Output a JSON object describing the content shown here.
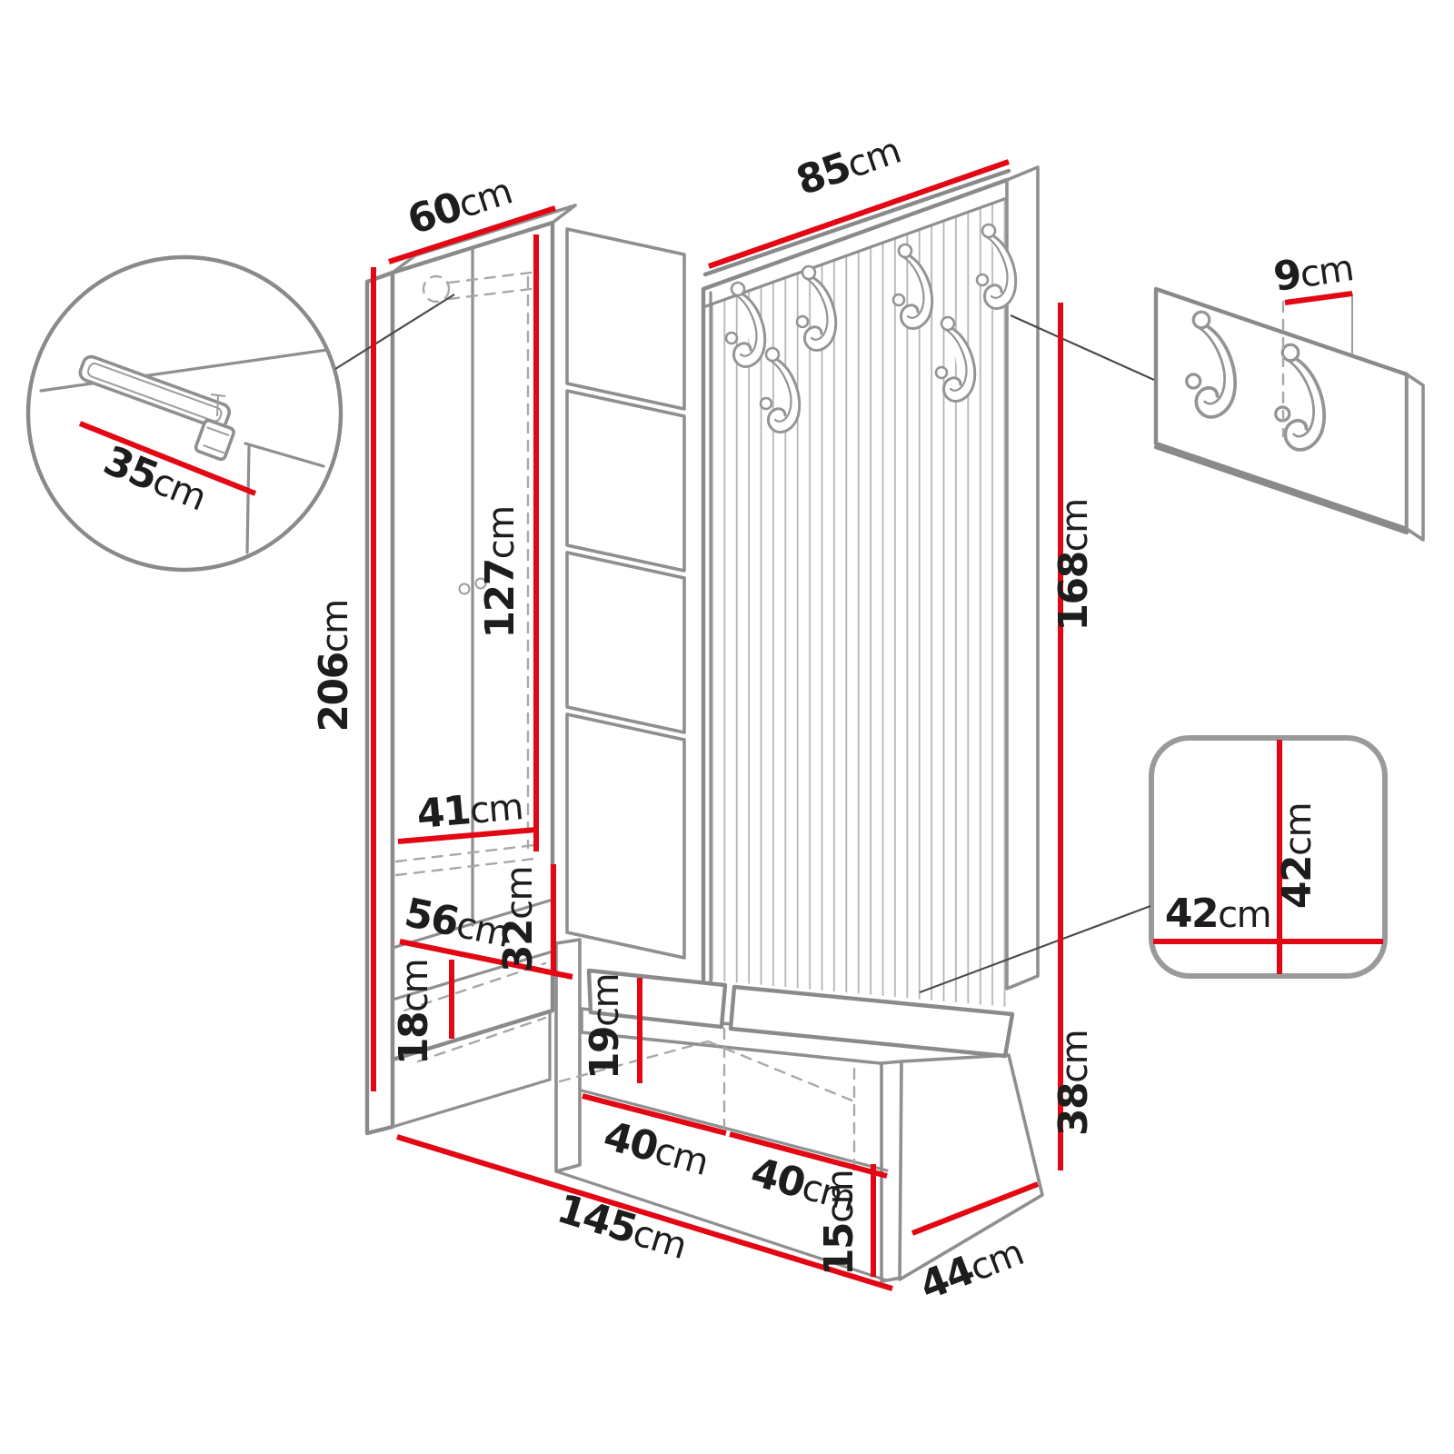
{
  "diagram": {
    "type": "furniture-dimension-drawing",
    "subject": "hallway wardrobe set with slatted coat panel, hooks and shoe bench",
    "unit": "cm",
    "colors": {
      "dimension_red": "#e30613",
      "outline_gray": "#8f8f8f",
      "text_black": "#1d1d1b",
      "background": "#ffffff"
    },
    "dims": {
      "wardrobe_width": "60cm",
      "panel_width": "85cm",
      "hook_spacing": "9cm",
      "rail_length": "35cm",
      "total_height": "206cm",
      "hanging_height": "127cm",
      "wardrobe_inner_width": "41cm",
      "shelf_width": "56cm",
      "shelf_section_height": "32cm",
      "bottom_compartment_height": "18cm",
      "bench_inner_height": "19cm",
      "bench_compartment_left_width": "40cm",
      "bench_compartment_right_width": "40cm",
      "plinth_height": "15cm",
      "total_width": "145cm",
      "bench_depth": "44cm",
      "panel_height": "168cm",
      "bench_height": "38cm",
      "seat_cushion_height": "42cm",
      "seat_cushion_width": "42cm"
    }
  }
}
